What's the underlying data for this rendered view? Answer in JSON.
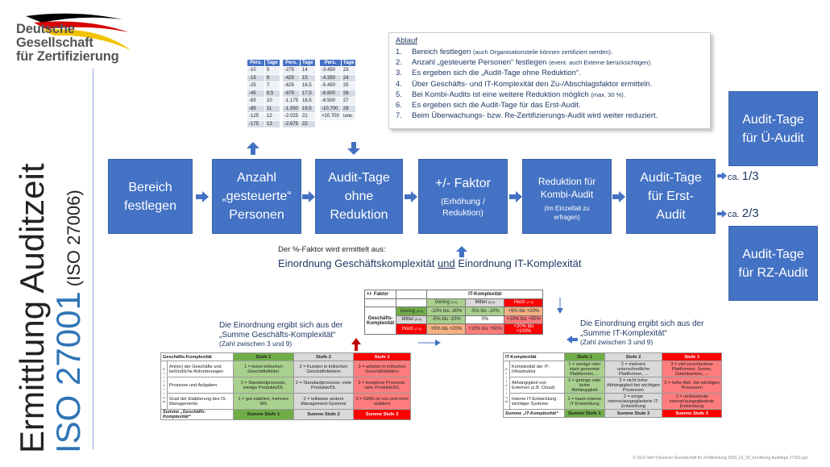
{
  "logo": {
    "line1": "Deutsche",
    "line2": "Gesellschaft",
    "line3": "für Zertifizierung"
  },
  "title": {
    "line1": "Ermittlung Auditzeit",
    "line2": "ISO 27001",
    "line3": "(ISO 27006)"
  },
  "ablauf": {
    "heading": "Ablauf",
    "items": [
      {
        "num": "1.",
        "text": "Bereich festlegen ",
        "note": "(auch Organisationsteile können zertifiziert werden)."
      },
      {
        "num": "2.",
        "text": "Anzahl „gesteuerte Personen“ festlegen ",
        "note": "(event. auch Externe berücksichtigen)."
      },
      {
        "num": "3.",
        "text": "Es ergeben sich die „Audit-Tage ohne Reduktion“.",
        "note": ""
      },
      {
        "num": "4.",
        "text": "Über Geschäfts- und IT-Komplexität den Zu-/Abschlagsfaktor ermitteln.",
        "note": ""
      },
      {
        "num": "5.",
        "text": "Bei Kombi-Audits ist eine weitere Reduktion möglich ",
        "note": "(max. 30 %)."
      },
      {
        "num": "6.",
        "text": "Es ergeben sich die Audit-Tage für das Erst-Audit.",
        "note": ""
      },
      {
        "num": "7.",
        "text": "Beim Überwachungs- bzw. Re-Zertifizierungs-Audit wird weiter reduziert.",
        "note": ""
      }
    ]
  },
  "pers_tables": {
    "header": [
      "Pers.",
      "Tage"
    ],
    "t1": [
      [
        "-10",
        "5"
      ],
      [
        "-15",
        "6"
      ],
      [
        "-25",
        "7"
      ],
      [
        "-45",
        "8,5"
      ],
      [
        "-65",
        "10"
      ],
      [
        "-85",
        "11"
      ],
      [
        "-125",
        "12"
      ],
      [
        "-175",
        "13"
      ]
    ],
    "t2": [
      [
        "-275",
        "14"
      ],
      [
        "-425",
        "15"
      ],
      [
        "-625",
        "16,5"
      ],
      [
        "-875",
        "17,5"
      ],
      [
        "-1.175",
        "18,5"
      ],
      [
        "-1.550",
        "19,5"
      ],
      [
        "-2.025",
        "21"
      ],
      [
        "-2.675",
        "22"
      ]
    ],
    "t3": [
      [
        "-3.450",
        "23"
      ],
      [
        "-4.350",
        "24"
      ],
      [
        "-5.450",
        "25"
      ],
      [
        "-6.800",
        "26"
      ],
      [
        "-8.500",
        "27"
      ],
      [
        "-10.700",
        "28"
      ],
      [
        ">10.700",
        "usw."
      ]
    ]
  },
  "flow": {
    "b1": "Bereich festlegen",
    "b2a": "Anzahl",
    "b2b": "„gesteuerte“",
    "b2c": "Personen",
    "b3": "Audit-Tage ohne Reduktion",
    "b4a": "+/- Faktor",
    "b4b": "(Erhöhung / Reduktion)",
    "b5a": "Reduktion für Kombi-Audit",
    "b5b": "(Im Einzelfall zu erfragen)",
    "b6": "Audit-Tage für Erst-Audit",
    "b7": "Audit-Tage für Ü-Audit",
    "b8": "Audit-Tage für RZ-Audit",
    "ca13_a": "ca. ",
    "ca13_b": "1/3",
    "ca23_a": "ca. ",
    "ca23_b": "2/3"
  },
  "factor_text": {
    "line1": "Der %-Faktor wird ermittelt aus:",
    "line2a": "Einordnung Geschäftskomplexität ",
    "line2b": "und",
    "line2c": " Einordnung IT-Komplexität"
  },
  "factor_table": {
    "corner": "+/- Faktor",
    "it_head": "IT-Komplexität",
    "cols": [
      [
        "Gering ",
        "(3-4)"
      ],
      [
        "Mittel ",
        "(5-6)"
      ],
      [
        "Hoch ",
        "(7-9)"
      ]
    ],
    "row_head": "Geschäfts-Komplexität",
    "rows": [
      {
        "label": "Gering ",
        "range": "(3-4)",
        "cells": [
          "-10% bis -30%",
          "-5% bis -10%",
          "+5% bis +20%"
        ]
      },
      {
        "label": "Mittel ",
        "range": "(5-6)",
        "cells": [
          "-5% bis -10%",
          "0%",
          "+10% bis +50%"
        ]
      },
      {
        "label": "Hoch ",
        "range": "(7-9)",
        "cells": [
          "+5% bis +20%",
          "+10% bis +50%",
          "+20% bis +100%"
        ]
      }
    ]
  },
  "left_note": {
    "l1": "Die Einordnung ergibt sich aus der",
    "l2": "„Summe Geschäfts-Komplexität“",
    "l3": "(Zahl zwischen 3 und 9)"
  },
  "right_note": {
    "l1": "Die Einordnung ergibt sich aus der",
    "l2": "„Summe IT-Komplexität“",
    "l3": "(Zahl zwischen 3 und 9)"
  },
  "gk_table": {
    "head": [
      "Geschäfts-Komplexität",
      "Stufe 1",
      "Stufe 2",
      "Stufe 3"
    ],
    "side": "Kriterium",
    "rows": [
      [
        "Art(en) der Geschäfte und behördliche Anforderungen",
        "1 = keine kritischen Geschäftsfelder",
        "2 = Kunden in kritischen Geschäftsfeldern",
        "3 = arbeitet in kritischen Geschäftsfeldern"
      ],
      [
        "Prozesse und Aufgaben",
        "1 = Standardprozesse, wenige Produkte/DL",
        "2 = Standardprozesse, viele Produkte/DL",
        "3 = komplexe Prozesse, viele Produkte/DL"
      ],
      [
        "Grad der Etablierung des IS-Managements",
        "1 = gut etabliert, mehrere MS",
        "2 = teilweise andere Management-Systeme",
        "3 = ISMS ist neu und nicht etabliert"
      ]
    ],
    "sum": [
      "Summe „Geschäfts-Komplexität“",
      "Summe Stufe 1",
      "Summe Stufe 2",
      "Summe Stufe 3"
    ]
  },
  "it_table": {
    "head": [
      "IT-Komplexität",
      "Stufe 1",
      "Stufe 2",
      "Stufe 3"
    ],
    "side": "Kriterium",
    "rows": [
      [
        "Komplexität der IT-Infrastruktur",
        "1 = wenige oder stark genormte Plattformen, ...",
        "2 = mehrere unterschiedliche Plattformen, ...",
        "3 = viel verschiedene Plattformen, Server, Datenbanken, ..."
      ],
      [
        "Abhängigkeit von Externen (z.B. Cloud)",
        "1 = geringe oder keine Abhängigkeit",
        "2 = nicht hohe Abhängigkeit bei wichtigen Prozessen",
        "3 = hohe Abh. bei wichtigen Prozessen"
      ],
      [
        "Interne IT-Entwicklung wichtiger Systeme",
        "1 = kaum interne IT-Entwicklung",
        "2 = einige interne/ausgegliederte IT-Entwicklung",
        "3 = umfassende interne/ausgegliederte Entwicklung"
      ]
    ],
    "sum": [
      "Summe „IT-Komplexität“",
      "Summe Stufe 1",
      "Summe Stufe 2",
      "Summe Stufe 3"
    ]
  },
  "footer": "© DGZ mbH Deutsche Gesellschaft für Zertifizierung   2026_01_03_Ermittlung Audittage 27001.ppt"
}
